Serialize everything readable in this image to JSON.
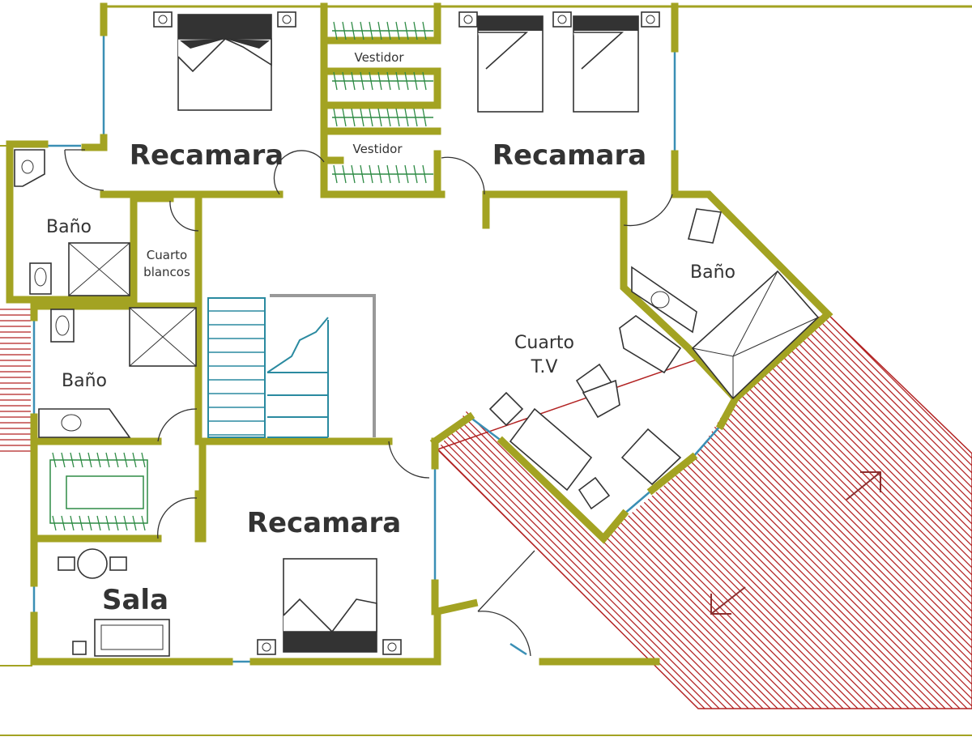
{
  "plan": {
    "rooms": {
      "recamara_1": "Recamara",
      "recamara_2": "Recamara",
      "recamara_3": "Recamara",
      "vestidor_1": "Vestidor",
      "vestidor_2": "Vestidor",
      "bano_1": "Baño",
      "bano_2": "Baño",
      "bano_3": "Baño",
      "cuarto_blancos_line1": "Cuarto",
      "cuarto_blancos_line2": "blancos",
      "cuarto_tv_line1": "Cuarto",
      "cuarto_tv_line2": "T.V",
      "sala": "Sala"
    },
    "colors": {
      "walls": "#a3a322",
      "windows": "#3a8fb5",
      "stairs": "#2a8aa0",
      "closets": "#2e8b45",
      "terrace": "#b22222",
      "labels": "#333333"
    },
    "icons": {
      "terrace_arrows": [
        "arrow-up-right-icon",
        "arrow-down-left-icon"
      ]
    }
  }
}
